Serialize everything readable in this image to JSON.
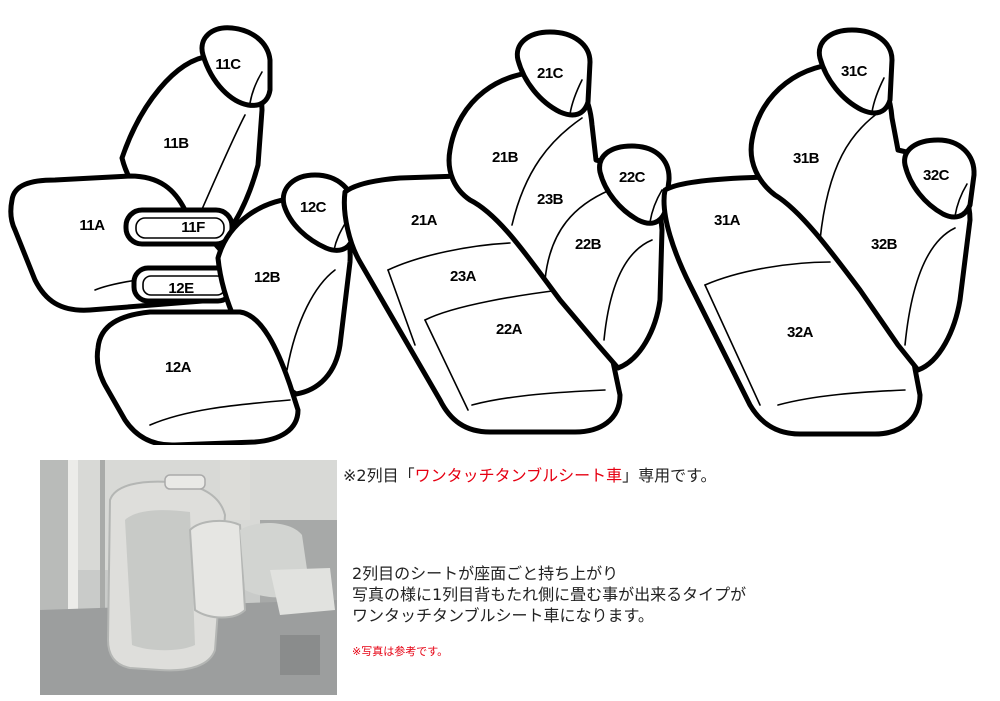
{
  "seat_labels": {
    "r11A": "11A",
    "r11B": "11B",
    "r11C": "11C",
    "r11F": "11F",
    "r12A": "12A",
    "r12B": "12B",
    "r12C": "12C",
    "r12E": "12E",
    "r21A": "21A",
    "r21B": "21B",
    "r21C": "21C",
    "r22A": "22A",
    "r22B": "22B",
    "r22C": "22C",
    "r23A": "23A",
    "r23B": "23B",
    "r31A": "31A",
    "r31B": "31B",
    "r31C": "31C",
    "r32A": "32A",
    "r32B": "32B",
    "r32C": "32C"
  },
  "note": {
    "prefix": "※2列目「",
    "highlight": "ワンタッチタンブルシート車",
    "suffix": "」専用です。"
  },
  "description": {
    "line1": "2列目のシートが座面ごと持ち上がり",
    "line2": "写真の様に1列目背もたれ側に畳む事が出来るタイプが",
    "line3": "ワンタッチタンブルシート車になります。"
  },
  "photo_note": "※写真は参考です。",
  "colors": {
    "highlight": "#e60012",
    "outline": "#000000"
  }
}
